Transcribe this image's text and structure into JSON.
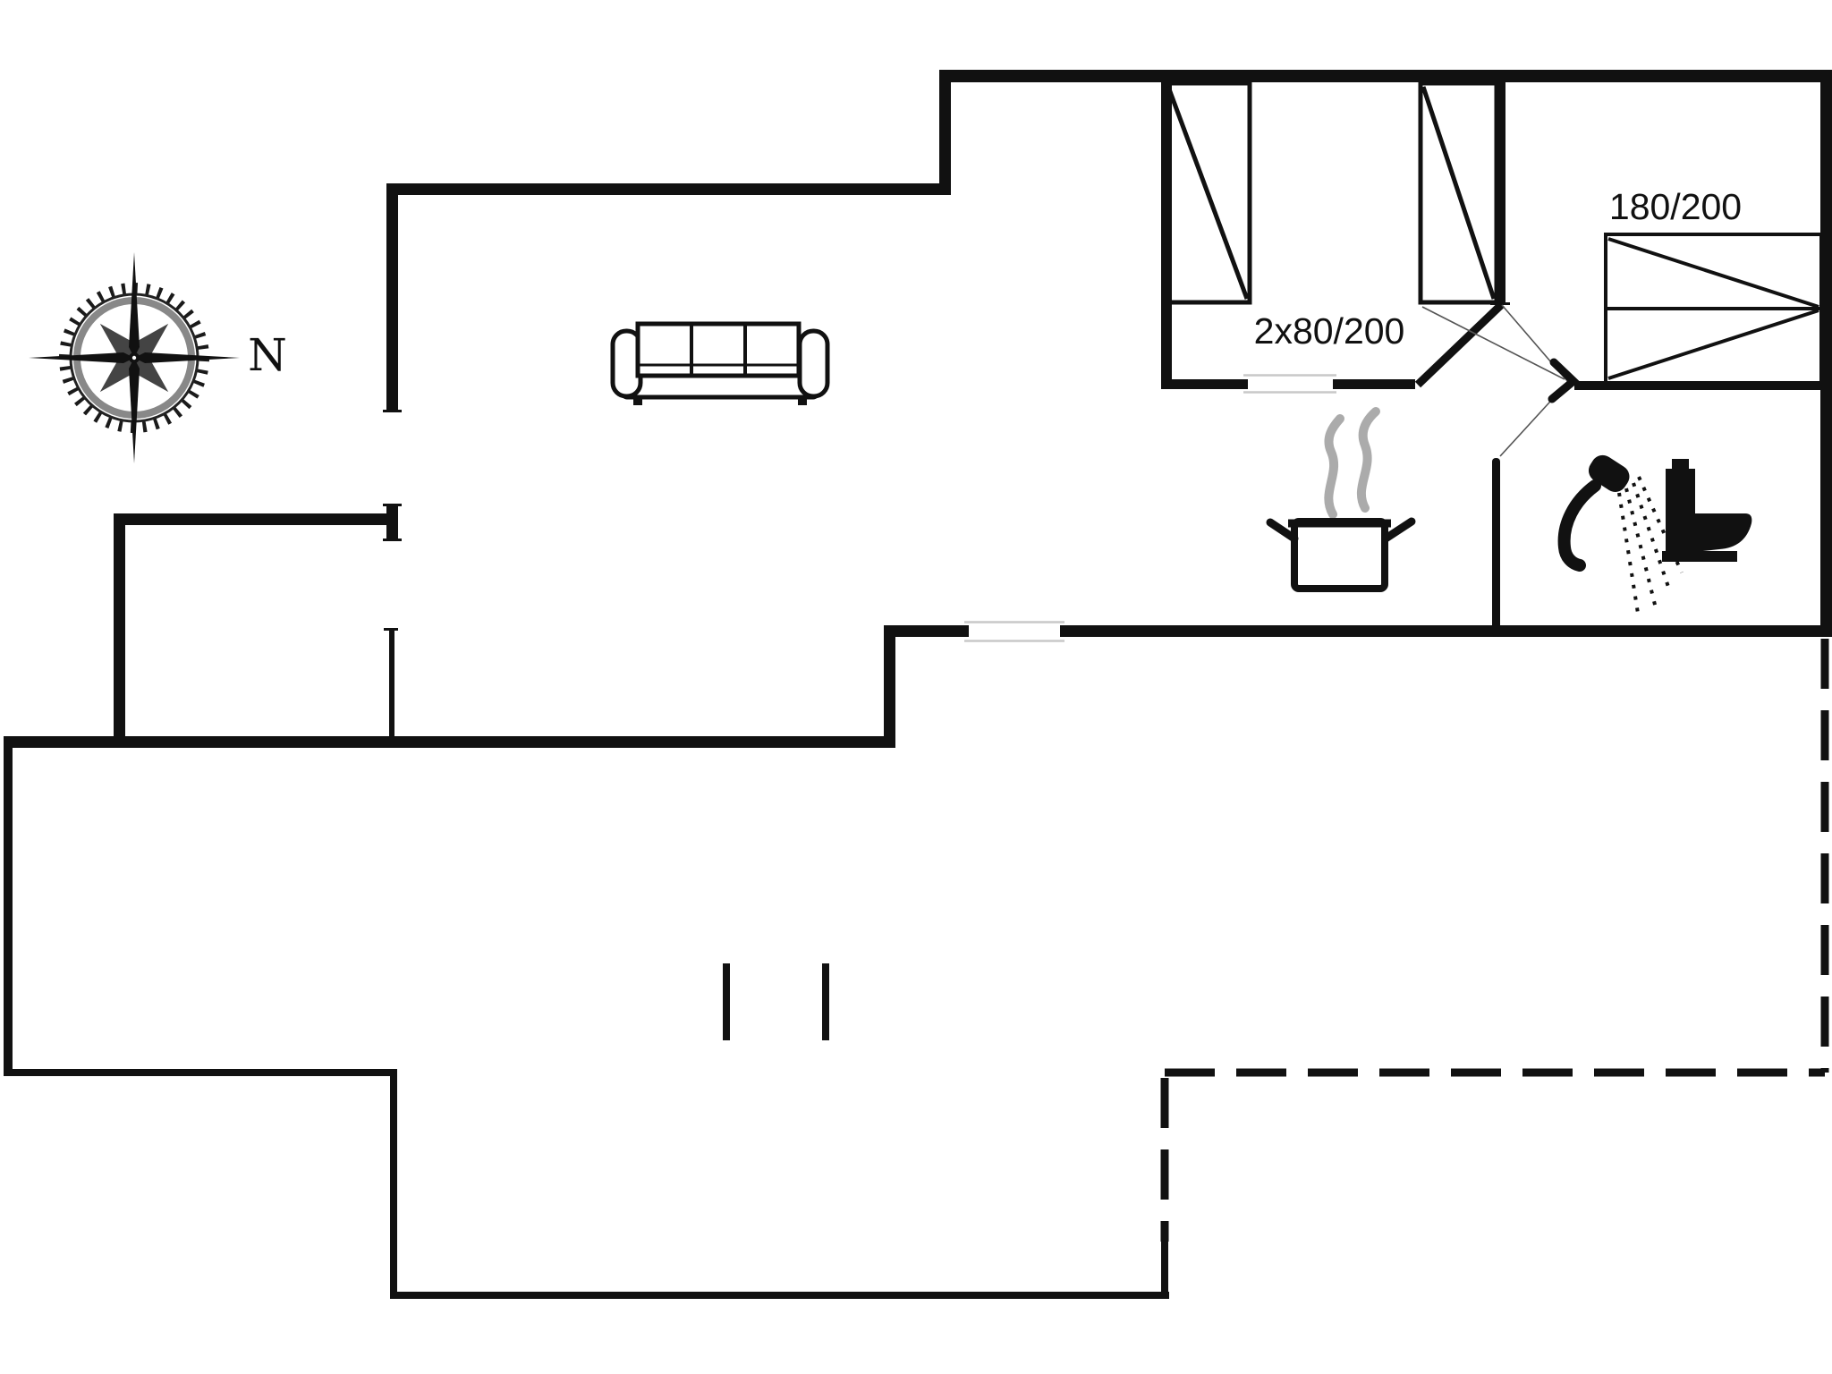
{
  "plan": {
    "type": "floor-plan",
    "labels": {
      "bed_singles": "2x80/200",
      "bed_double": "180/200",
      "compass_north": "N"
    },
    "colors": {
      "wall": "#111111",
      "background": "#ffffff",
      "steam": "#ababab",
      "threshold": "#c8c8c8",
      "rose_secondary": "#444444"
    },
    "icons": [
      "compass-rose-icon",
      "sofa-icon",
      "cooking-pot-icon",
      "steam-icon",
      "shower-icon",
      "toilet-icon",
      "single-bed-icon",
      "double-bed-icon",
      "door-swing-icon",
      "terrace-dashed-outline"
    ]
  }
}
